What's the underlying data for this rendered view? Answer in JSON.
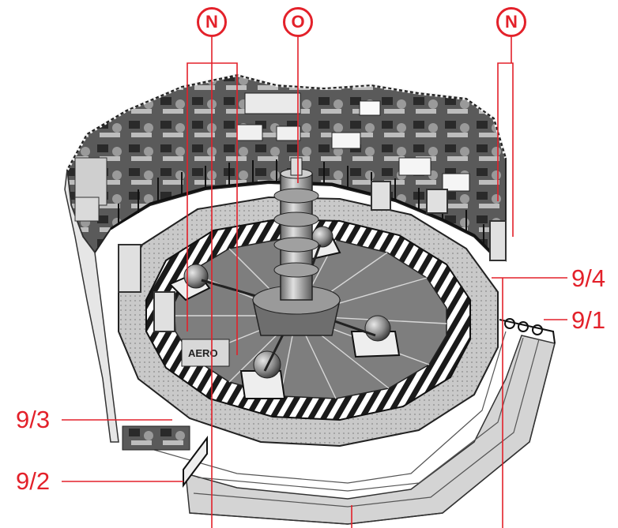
{
  "callouts": {
    "n_left": "N",
    "o_center": "O",
    "n_right": "N"
  },
  "labels": {
    "l94": "9/4",
    "l91": "9/1",
    "l93": "9/3",
    "l92": "9/2"
  },
  "colors": {
    "accent": "#e3212a",
    "ink": "#1a1a1a",
    "metal": "#b9b9b9",
    "floor": "#8a8a8a"
  }
}
